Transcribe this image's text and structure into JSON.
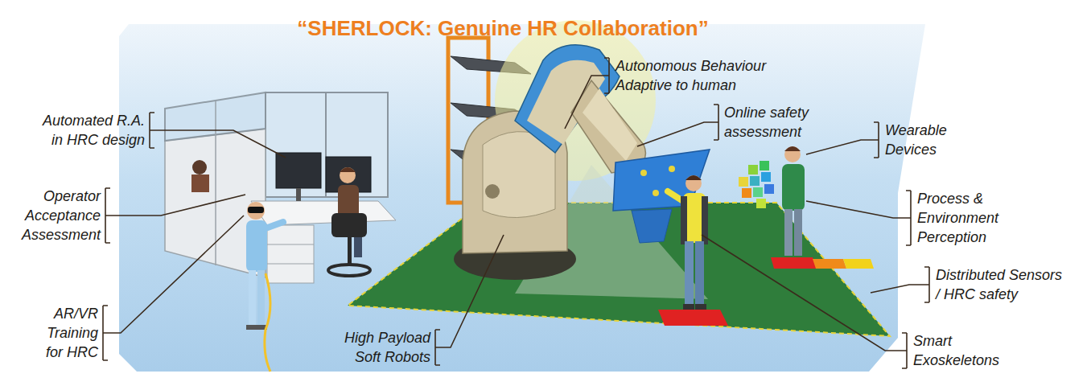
{
  "diagram": {
    "title": "“SHERLOCK: Genuine HR Collaboration”",
    "labels": [
      "Automated R.A. in HRC design",
      "Operator Acceptance Assessment",
      "AR/VR Training for HRC",
      "High Payload Soft Robots",
      "Autonomous Behaviour Adaptive to human",
      "Online safety assessment",
      "Wearable Devices",
      "Process & Environment Perception",
      "Distributed Sensors / HRC safety",
      "Smart Exoskeletons"
    ]
  }
}
